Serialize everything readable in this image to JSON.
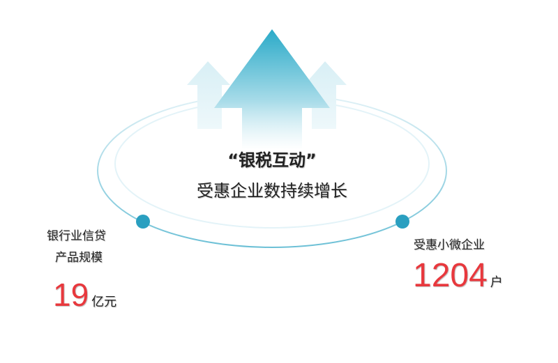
{
  "headline": {
    "line1": "“银税互动”",
    "line2": "受惠企业数持续增长"
  },
  "left_stat": {
    "label_line1": "银行业信贷",
    "label_line2": "产品规模",
    "value": "19",
    "unit": "亿元"
  },
  "right_stat": {
    "label": "受惠小微企业",
    "value": "1204",
    "unit": "户"
  },
  "colors": {
    "accent": "#2a9fc0",
    "value_red": "#e8383d"
  },
  "icons": [
    "up-arrow-icon",
    "ellipse-orbit"
  ]
}
